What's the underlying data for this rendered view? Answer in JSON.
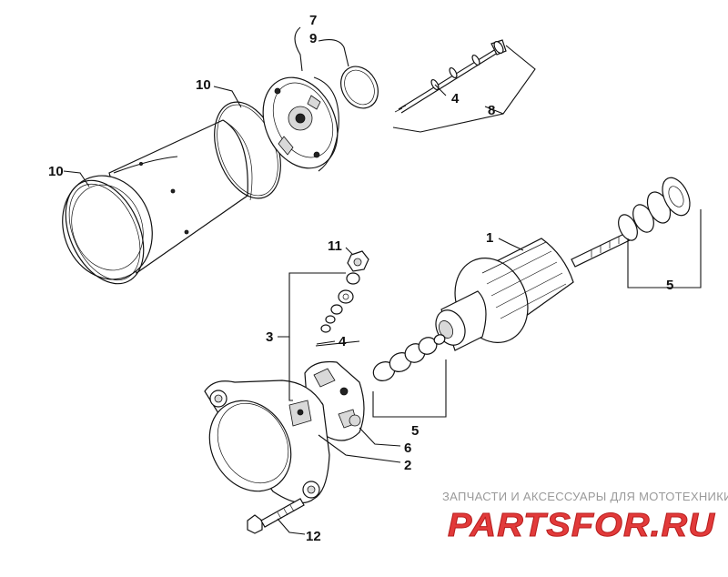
{
  "diagram": {
    "callouts": [
      {
        "id": "7",
        "label": "7"
      },
      {
        "id": "9",
        "label": "9"
      },
      {
        "id": "10a",
        "label": "10"
      },
      {
        "id": "10b",
        "label": "10"
      },
      {
        "id": "4a",
        "label": "4"
      },
      {
        "id": "8",
        "label": "8"
      },
      {
        "id": "1",
        "label": "1"
      },
      {
        "id": "5a",
        "label": "5"
      },
      {
        "id": "11",
        "label": "11"
      },
      {
        "id": "3",
        "label": "3"
      },
      {
        "id": "4b",
        "label": "4"
      },
      {
        "id": "5b",
        "label": "5"
      },
      {
        "id": "6",
        "label": "6"
      },
      {
        "id": "2",
        "label": "2"
      },
      {
        "id": "12",
        "label": "12"
      }
    ]
  },
  "watermark": {
    "tagline": "ЗАПЧАСТИ И АКСЕССУАРЫ ДЛЯ МОТОТЕХНИКИ",
    "brand": "PARTSFOR.RU",
    "colors": {
      "brand": "#e23a3a",
      "tagline": "#9a9a9a"
    }
  }
}
